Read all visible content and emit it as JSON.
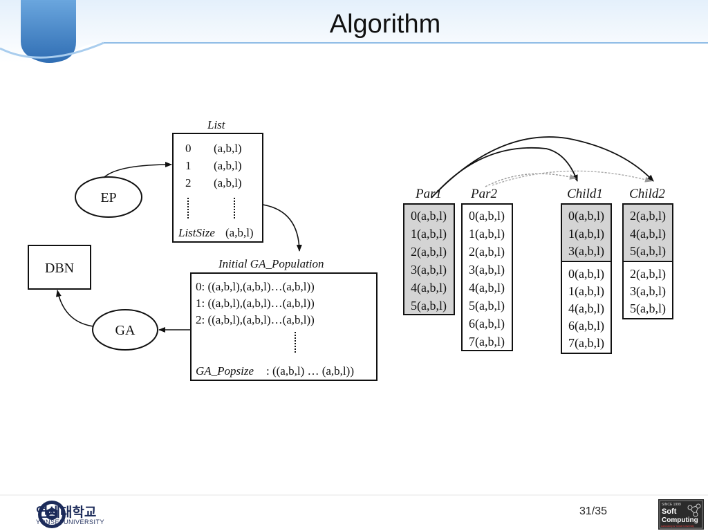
{
  "slide": {
    "title": "Algorithm",
    "page_number": "31/35"
  },
  "footer": {
    "university_korean": "연세대학교",
    "university_english": "YONSEI UNIVERSITY",
    "lab_logo": {
      "line1": "SINCE 1999",
      "line2": "Soft",
      "line3": "Computing",
      "line4": "Laboratory & Yonsei University"
    }
  },
  "left_diagram": {
    "list_label": "List",
    "list_rows": [
      {
        "index": "0",
        "value": "(a,b,l)"
      },
      {
        "index": "1",
        "value": "(a,b,l)"
      },
      {
        "index": "2",
        "value": "(a,b,l)"
      }
    ],
    "list_size_label": "ListSize",
    "list_size_value": "(a,b,l)",
    "ep_label": "EP",
    "dbn_label": "DBN",
    "ga_label": "GA",
    "population_label": "Initial GA_Population",
    "population_rows": [
      "0: ((a,b,l),(a,b,l)…(a,b,l))",
      "1: ((a,b,l),(a,b,l)…(a,b,l))",
      "2: ((a,b,l),(a,b,l)…(a,b,l))"
    ],
    "popsize_label": "GA_Popsize",
    "popsize_value": ": ((a,b,l) … (a,b,l))"
  },
  "right_diagram": {
    "par1": {
      "label": "Par1",
      "cells": [
        "0(a,b,l)",
        "1(a,b,l)",
        "2(a,b,l)",
        "3(a,b,l)",
        "4(a,b,l)",
        "5(a,b,l)"
      ]
    },
    "par2": {
      "label": "Par2",
      "cells": [
        "0(a,b,l)",
        "1(a,b,l)",
        "2(a,b,l)",
        "3(a,b,l)",
        "4(a,b,l)",
        "5(a,b,l)",
        "6(a,b,l)",
        "7(a,b,l)"
      ]
    },
    "child1": {
      "label": "Child1",
      "shaded_cells": [
        "0(a,b,l)",
        "1(a,b,l)",
        "3(a,b,l)"
      ],
      "cells": [
        "0(a,b,l)",
        "1(a,b,l)",
        "4(a,b,l)",
        "6(a,b,l)",
        "7(a,b,l)"
      ]
    },
    "child2": {
      "label": "Child2",
      "shaded_cells": [
        "2(a,b,l)",
        "4(a,b,l)",
        "5(a,b,l)"
      ],
      "cells": [
        "2(a,b,l)",
        "3(a,b,l)",
        "5(a,b,l)"
      ]
    }
  },
  "colors": {
    "header_blue": "#4f8fd0",
    "header_light": "#cfe3f6",
    "shade": "#d4d4d4",
    "ink": "#111111"
  }
}
